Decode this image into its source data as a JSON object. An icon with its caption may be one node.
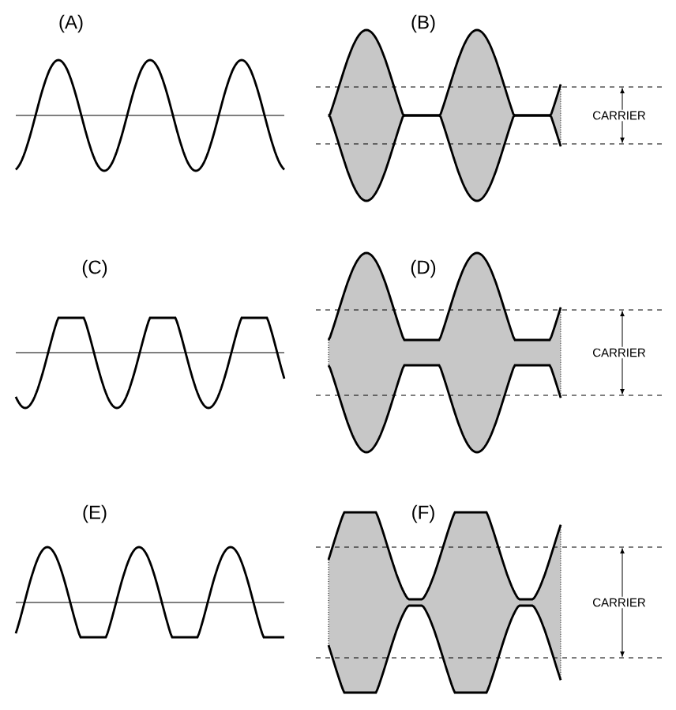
{
  "diagram": {
    "labels": [
      "(A)",
      "(B)",
      "CARRIER",
      "(C)",
      "(D)",
      "CARRIER",
      "(E)",
      "(F)",
      "CARRIER"
    ]
  }
}
